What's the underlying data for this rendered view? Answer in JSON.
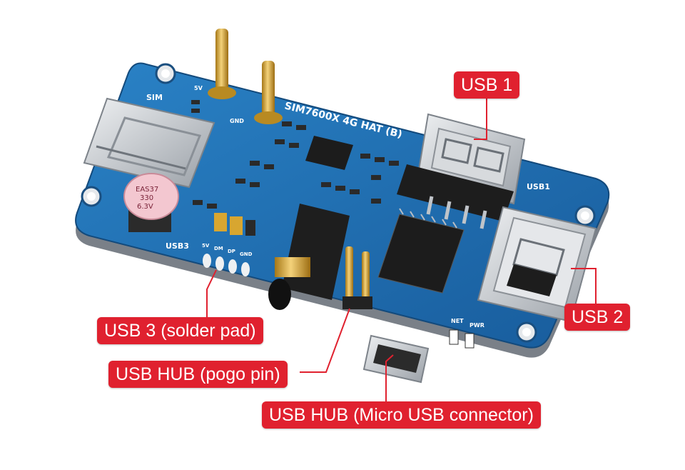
{
  "board": {
    "title": "SIM7600X 4G HAT (B)",
    "sim_label": "SIM",
    "pin_5v": "5V",
    "pin_gnd": "GND",
    "usb1_silk": "USB1",
    "usb3_silk": "USB3",
    "pad_labels": [
      "5V",
      "DM",
      "DP",
      "GND"
    ],
    "net_label": "NET",
    "pwr_label": "PWR",
    "capacitor_text": [
      "EAS37",
      "330",
      "6.3V"
    ]
  },
  "callouts": {
    "usb1": "USB 1",
    "usb2": "USB 2",
    "usb3": "USB 3 (solder pad)",
    "pogo": "USB HUB (pogo pin)",
    "micro_usb": "USB HUB (Micro USB connector)"
  },
  "colors": {
    "pcb": "#1f6fb3",
    "pcb_dark": "#164f86",
    "callout": "#e0212f",
    "gold": "#d9a62c",
    "metal": "#c9cdd2"
  }
}
